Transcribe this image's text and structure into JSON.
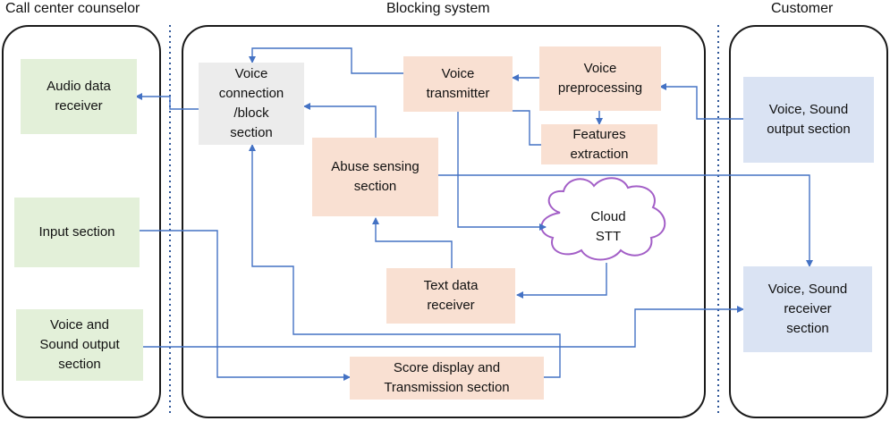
{
  "headers": {
    "left": "Call center counselor",
    "center": "Blocking system",
    "right": "Customer"
  },
  "boxes": {
    "audio_data_receiver": "Audio data\nreceiver",
    "input_section": "Input section",
    "voice_sound_output_counselor": "Voice and\nSound output\nsection",
    "voice_connection_block": "Voice\nconnection\n/block\nsection",
    "voice_transmitter": "Voice\ntransmitter",
    "voice_preprocessing": "Voice\npreprocessing",
    "features_extraction": "Features\nextraction",
    "abuse_sensing": "Abuse sensing\nsection",
    "cloud_stt": "Cloud\nSTT",
    "text_data_receiver": "Text data\nreceiver",
    "score_display": "Score display and\nTransmission section",
    "voice_sound_output_customer": "Voice, Sound\noutput section",
    "voice_sound_receiver": "Voice, Sound\nreceiver\nsection"
  },
  "colors": {
    "green": "#e3f0d9",
    "peach": "#f9e0d2",
    "gray": "#ececec",
    "blue": "#dae3f3",
    "arrow": "#4472c4",
    "cloud_stroke": "#a35fc7"
  }
}
